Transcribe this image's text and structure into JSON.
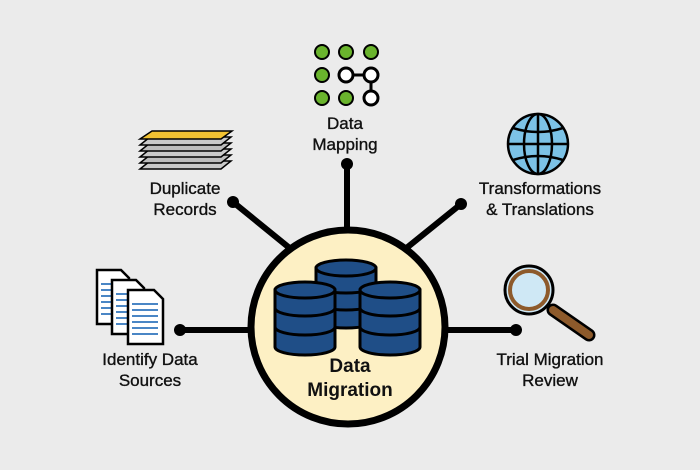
{
  "center": {
    "line1": "Data",
    "line2": "Migration"
  },
  "nodes": {
    "duplicate_records": {
      "line1": "Duplicate",
      "line2": "Records",
      "icon": "stacked-papers-icon"
    },
    "data_mapping": {
      "line1": "Data",
      "line2": "Mapping",
      "icon": "node-grid-icon"
    },
    "transformations": {
      "line1": "Transformations",
      "line2": "& Translations",
      "icon": "globe-icon"
    },
    "identify_sources": {
      "line1": "Identify Data",
      "line2": "Sources",
      "icon": "documents-icon"
    },
    "trial_review": {
      "line1": "Trial Migration",
      "line2": "Review",
      "icon": "magnifier-icon"
    }
  },
  "colors": {
    "background": "#ebebeb",
    "center_fill": "#fdf0c4",
    "database_blue": "#1f4e87",
    "mapping_green": "#6ab42d",
    "globe_blue": "#7cc2e6",
    "paper_highlight": "#f2c232",
    "lens_blue": "#cfe8f5",
    "handle_brown": "#8d5a2b"
  }
}
